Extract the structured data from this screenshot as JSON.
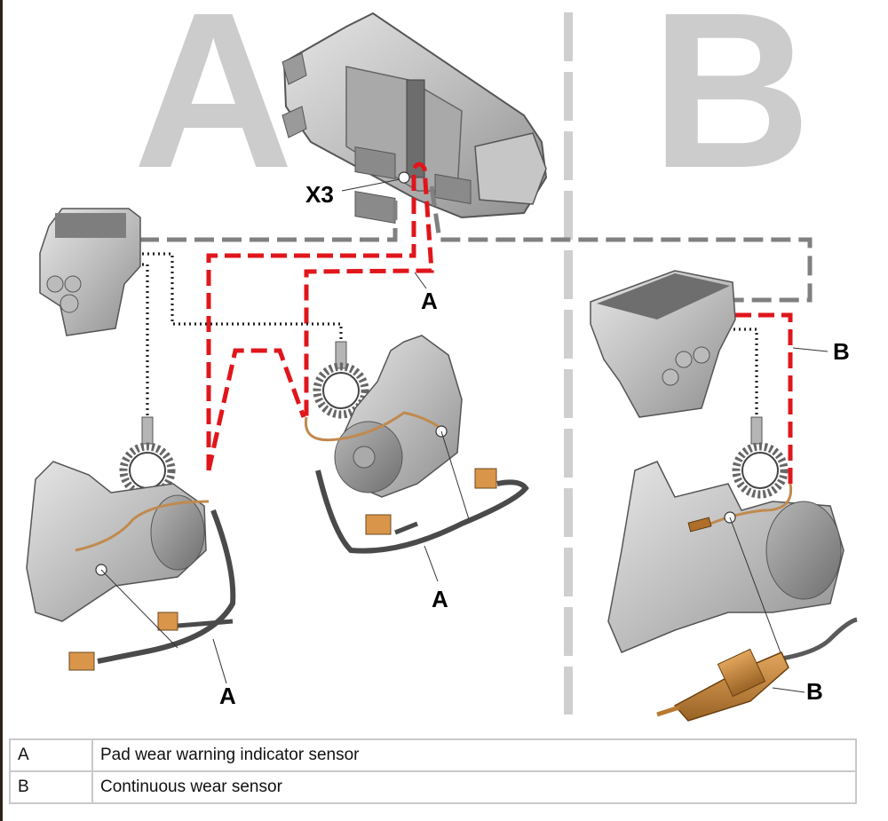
{
  "diagram": {
    "section_letters": {
      "left": "A",
      "right": "B"
    },
    "connector_label": "X3",
    "callouts": {
      "harness_a": "A",
      "front_caliper_a": "A",
      "rear_caliper_a": "A",
      "harness_b": "B",
      "sensor_b": "B"
    },
    "components": [
      "ecu-control-unit",
      "modulator-left",
      "modulator-right",
      "abs-tone-ring-left-front",
      "abs-tone-ring-left-rear",
      "abs-tone-ring-right",
      "brake-caliper-left",
      "brake-caliper-center",
      "brake-caliper-right",
      "continuous-wear-sensor"
    ],
    "colors": {
      "section_letter": "#cccccc",
      "can_bus_dashed": "#808080",
      "wear_sensor_wire": "#e0161b",
      "abs_dotted": "#222222",
      "sensor_cable": "#c08a4f",
      "connector": "#d9954a",
      "divider": "#cfcfcf"
    }
  },
  "legend": {
    "rows": [
      {
        "key": "A",
        "description": "Pad wear warning indicator sensor"
      },
      {
        "key": "B",
        "description": "Continuous wear sensor"
      }
    ]
  }
}
